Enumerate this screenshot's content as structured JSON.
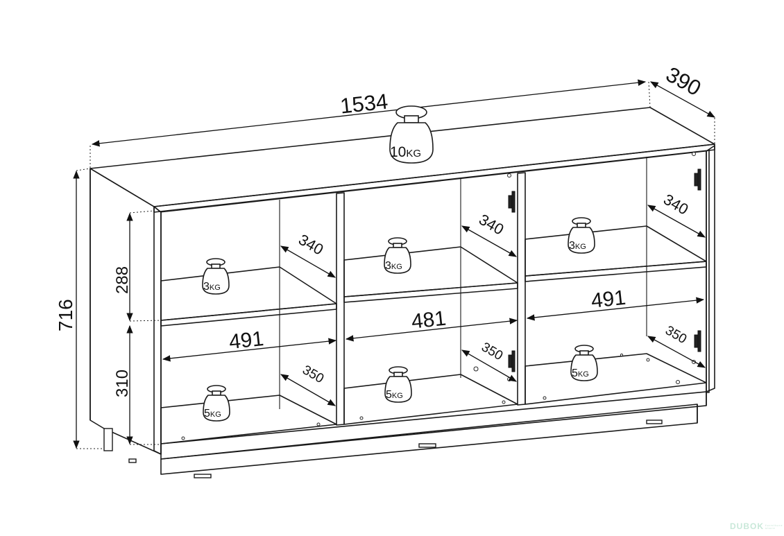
{
  "dimensions": {
    "width": "1534",
    "depth": "390",
    "height": "716",
    "top_shelf_height": "288",
    "bottom_shelf_height": "310",
    "left_width": "491",
    "middle_width": "481",
    "right_width": "491",
    "depth_top_left": "340",
    "depth_top_middle": "340",
    "depth_top_right": "340",
    "depth_bottom_left": "350",
    "depth_bottom_middle": "350",
    "depth_bottom_right": "350"
  },
  "weights": {
    "top": {
      "num": "10",
      "unit": "KG"
    },
    "shelf_top_left": {
      "num": "3",
      "unit": "KG"
    },
    "shelf_top_middle": {
      "num": "3",
      "unit": "KG"
    },
    "shelf_top_right": {
      "num": "3",
      "unit": "KG"
    },
    "shelf_bottom_left": {
      "num": "5",
      "unit": "KG"
    },
    "shelf_bottom_middle": {
      "num": "5",
      "unit": "KG"
    },
    "shelf_bottom_right": {
      "num": "5",
      "unit": "KG"
    }
  },
  "watermark": {
    "brand": "DUBOK",
    "tagline": "furniture store"
  }
}
